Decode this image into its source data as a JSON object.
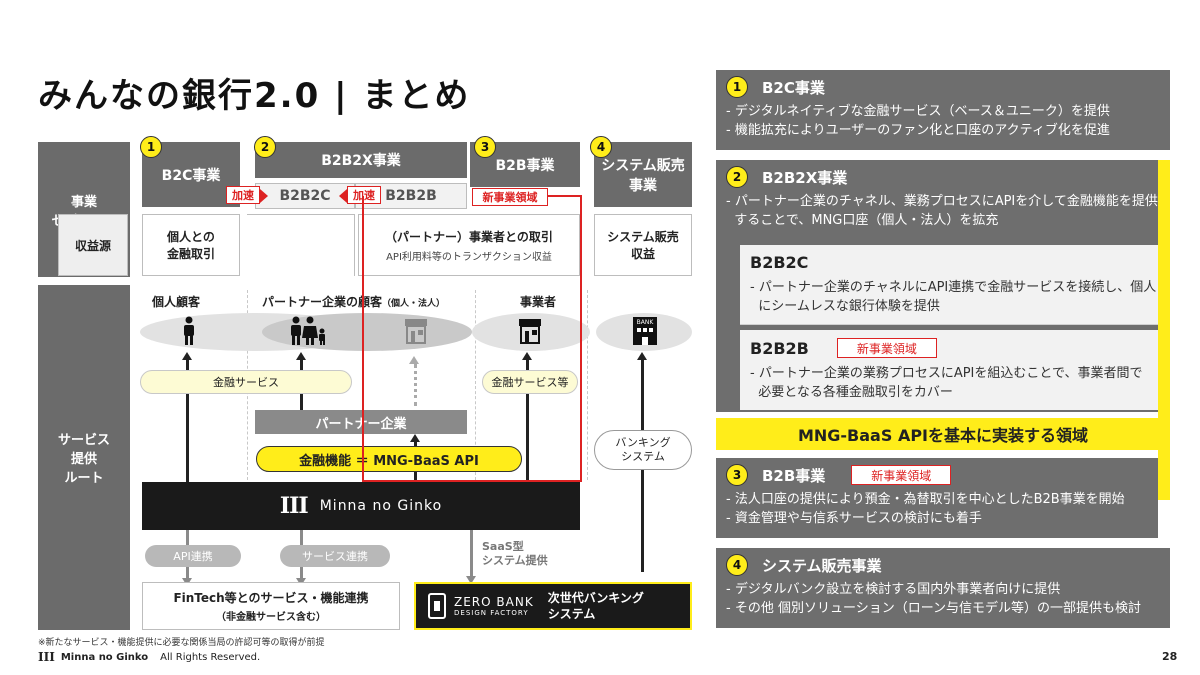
{
  "title": "みんなの銀行2.0 | まとめ",
  "diagram": {
    "segment_label": "事業\nセグメント",
    "revenue_label": "収益源",
    "route_label": "サービス\n提供\nルート",
    "nums": [
      "1",
      "2",
      "3",
      "4"
    ],
    "seg_b2c": "B2C事業",
    "seg_b2b2x": "B2B2X事業",
    "seg_b2b": "B2B事業",
    "seg_system": "システム販売\n事業",
    "accel1": "加速",
    "accel2": "加速",
    "b2b2c": "B2B2C",
    "b2b2b": "B2B2B",
    "new_biz": "新事業領域",
    "rev_individual": "個人との\n金融取引",
    "rev_partner": "（パートナー）事業者との取引",
    "rev_partner_sub": "API利用料等のトランザクション収益",
    "rev_system": "システム販売\n収益",
    "cust_individual": "個人顧客",
    "cust_partner": "パートナー企業の顧客",
    "cust_partner_sub": "（個人・法人）",
    "cust_business": "事業者",
    "svc_finance": "金融サービス",
    "svc_finance2": "金融サービス等",
    "partner_company": "パートナー企業",
    "api_label": "金融機能 ＝ MNG-BaaS API",
    "banking_system": "バンキング\nシステム",
    "minna_logo": "Minna no Ginko",
    "api_link": "API連携",
    "service_link": "サービス連携",
    "saas": "SaaS型\nシステム提供",
    "fintech": "FinTech等とのサービス・機能連携",
    "fintech_sub": "（非金融サービス含む）",
    "zerobank": "ZERO BANK",
    "zerobank_sub": "DESIGN FACTORY",
    "next_gen": "次世代バンキング\nシステム",
    "footnote": "※新たなサービス・機能提供に必要な関係当局の許認可等の取得が前提",
    "bank_icon_text": "BANK"
  },
  "footer": {
    "logo": "Minna no Ginko",
    "copyright": "All Rights Reserved.",
    "page": "28"
  },
  "panels": {
    "p1_num": "1",
    "p1_title": "B2C事業",
    "p1_lines": [
      "- デジタルネイティブな金融サービス（ベース＆ユニーク）を提供",
      "- 機能拡充によりユーザーのファン化と口座のアクティブ化を促進"
    ],
    "p2_num": "2",
    "p2_title": "B2B2X事業",
    "p2_lines": [
      "- パートナー企業のチャネル、業務プロセスにAPIを介して金融機能を提供",
      "  することで、MNG口座（個人・法人）を拡充"
    ],
    "b2b2c_title": "B2B2C",
    "b2b2c_lines": [
      "- パートナー企業のチャネルにAPI連携で金融サービスを接続し、個人",
      "  にシームレスな銀行体験を提供"
    ],
    "b2b2b_title": "B2B2B",
    "b2b2b_tag": "新事業領域",
    "b2b2b_lines": [
      "- パートナー企業の業務プロセスにAPIを組込むことで、事業者間で",
      "  必要となる各種金融取引をカバー"
    ],
    "baas_banner": "MNG-BaaS APIを基本に実装する領域",
    "p3_num": "3",
    "p3_title": "B2B事業",
    "p3_tag": "新事業領域",
    "p3_lines": [
      "- 法人口座の提供により預金・為替取引を中心としたB2B事業を開始",
      "- 資金管理や与信系サービスの検討にも着手"
    ],
    "p4_num": "4",
    "p4_title": "システム販売事業",
    "p4_lines": [
      "- デジタルバンク設立を検討する国内外事業者向けに提供",
      "- その他 個別ソリューション（ローン与信モデル等）の一部提供も検討"
    ]
  },
  "colors": {
    "accent": "#ffed1a",
    "gray": "#6e6e6e",
    "red": "#d22222"
  }
}
